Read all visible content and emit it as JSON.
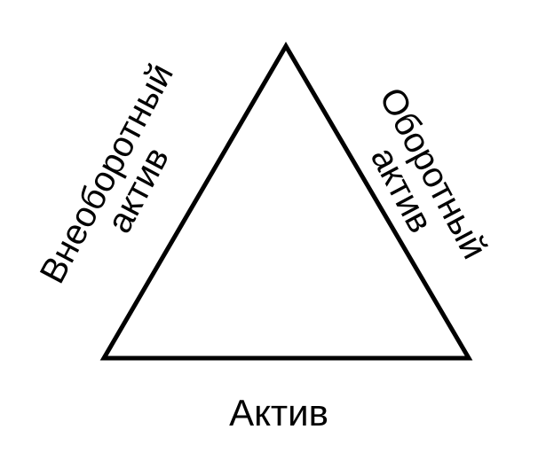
{
  "diagram": {
    "type": "triangle",
    "stroke_color": "#000000",
    "labels": {
      "left_side": {
        "line1": "Внеоборотный",
        "line2": "актив"
      },
      "right_side": {
        "line1": "Оборотный",
        "line2": "актив"
      },
      "bottom_side": "Актив"
    }
  }
}
